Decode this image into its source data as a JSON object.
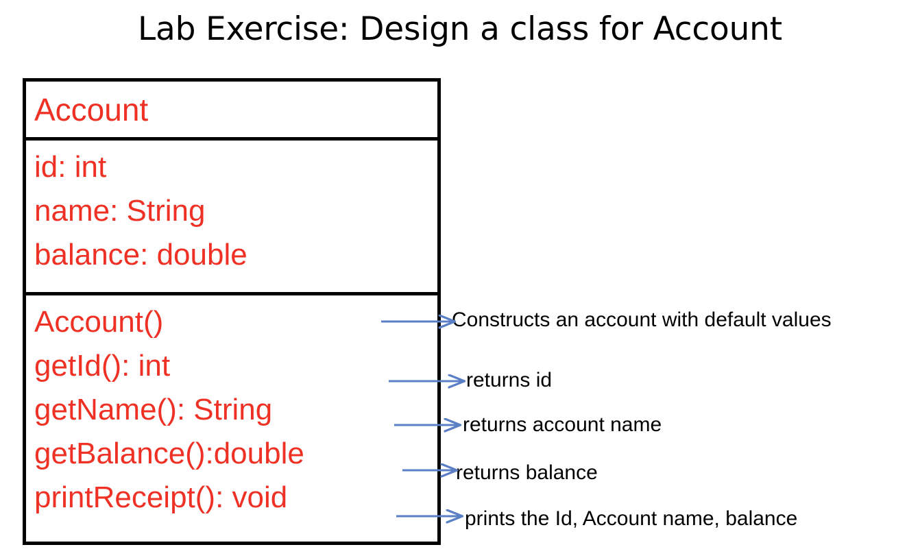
{
  "slide": {
    "title": "Lab Exercise: Design a class for Account",
    "accent_red": "#EE3124",
    "arrow_blue": "#5B7FC4",
    "border_black": "#000000",
    "background": "#FFFFFF"
  },
  "uml_class": {
    "name": "Account",
    "attributes": [
      {
        "text": "id: int"
      },
      {
        "text": "name: String"
      },
      {
        "text": "balance: double"
      }
    ],
    "methods": [
      {
        "text": "Account()",
        "annotation": "Constructs an account with default values"
      },
      {
        "text": "getId(): int",
        "annotation": "returns id"
      },
      {
        "text": "getName(): String",
        "annotation": "returns account name"
      },
      {
        "text": "getBalance():double",
        "annotation": "returns balance"
      },
      {
        "text": "printReceipt(): void",
        "annotation": "prints the Id, Account name, balance"
      }
    ]
  },
  "annotations": {
    "constructor": "Constructs an account with default values",
    "getid": "returns id",
    "getname": "returns account name",
    "getbalance": "returns balance",
    "printreceipt": "prints the Id, Account name, balance"
  }
}
